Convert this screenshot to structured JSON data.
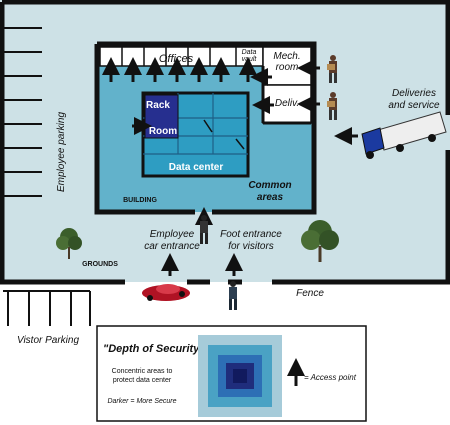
{
  "labels": {
    "offices": "Offices",
    "data_vault": "Data\nvault",
    "mech_room": "Mech.\nroom",
    "deliv": "Deliv.",
    "rack": "Rack",
    "room": "Room",
    "data_center": "Data center",
    "common_areas": "Common\nareas",
    "building": "BUILDING",
    "grounds": "GROUNDS",
    "employee_parking": "Employee parking",
    "deliveries": "Deliveries\nand service",
    "employee_entrance": "Employee\ncar entrance",
    "foot_entrance": "Foot entrance\nfor visitors",
    "fence": "Fence",
    "visitor_parking": "Vistor Parking"
  },
  "legend": {
    "title": "\"Depth of Security\"",
    "description": "Concentric areas to\nprotect data center",
    "note": "Darker = More Secure",
    "access_point": "= Access point"
  },
  "colors": {
    "grounds": "#cde1e6",
    "common": "#62b2cb",
    "datacenter": "#2e9dc2",
    "rack_room": "#262f8f",
    "wall": "#111111",
    "legend_ring1": "#a6cbd9",
    "legend_ring2": "#4aa2c4",
    "legend_ring3": "#2d6fb5",
    "legend_ring4": "#1f2d7c",
    "legend_core": "#111a5e"
  }
}
